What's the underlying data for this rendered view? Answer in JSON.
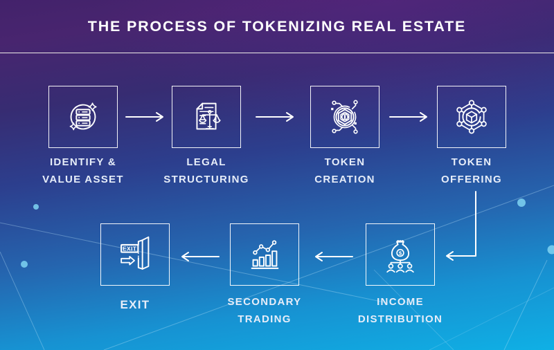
{
  "header": {
    "title": "THE PROCESS OF TOKENIZING REAL ESTATE"
  },
  "steps": [
    {
      "name": "identify-value-asset",
      "label1": "IDENTIFY &",
      "label2": "VALUE ASSET"
    },
    {
      "name": "legal-structuring",
      "label1": "LEGAL",
      "label2": "STRUCTURING"
    },
    {
      "name": "token-creation",
      "label1": "TOKEN",
      "label2": "CREATION"
    },
    {
      "name": "token-offering",
      "label1": "TOKEN",
      "label2": "OFFERING"
    },
    {
      "name": "income-distribution",
      "label1": "INCOME",
      "label2": "DISTRIBUTION"
    },
    {
      "name": "secondary-trading",
      "label1": "SECONDARY",
      "label2": "TRADING"
    },
    {
      "name": "exit",
      "label1": "EXIT",
      "label2": ""
    }
  ],
  "icon_text": {
    "exit_sign": "EXIT",
    "dollar": "$"
  },
  "colors": {
    "bg_top": "#45236D",
    "bg_mid": "#2C3F8E",
    "bg_bottom": "#0FB0E5",
    "stroke": "#FFFFFF",
    "label": "#E6EDF9",
    "deco_dot": "#7FD4F2"
  }
}
